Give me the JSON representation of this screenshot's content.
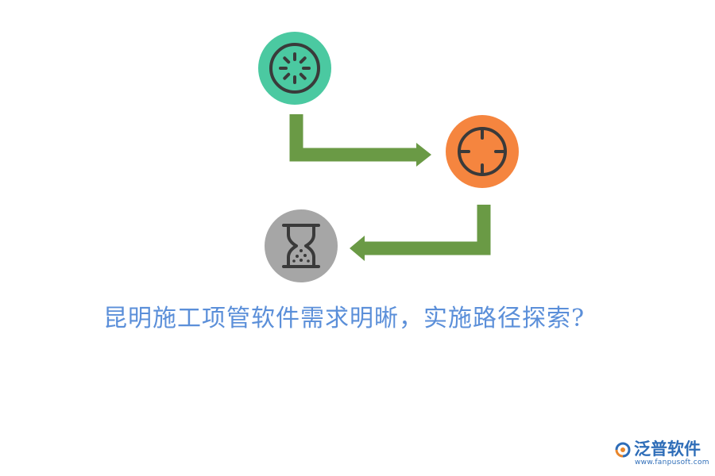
{
  "title": "昆明施工项管软件需求明晰，实施路径探索?",
  "logo": {
    "name": "泛普软件",
    "url": "www.fanpusoft.com"
  },
  "colors": {
    "title": "#5b8fd9",
    "green_circle": "#4bc9a1",
    "orange_circle": "#f5853f",
    "gray_circle": "#a6a6a6",
    "icon_stroke": "#3a3a3a",
    "arrow": "#6a9a45",
    "logo_text": "#2e6db8",
    "logo_accent": "#e8862c"
  },
  "icons": {
    "step1": "loading-icon",
    "step2": "target-icon",
    "step3": "hourglass-icon"
  }
}
